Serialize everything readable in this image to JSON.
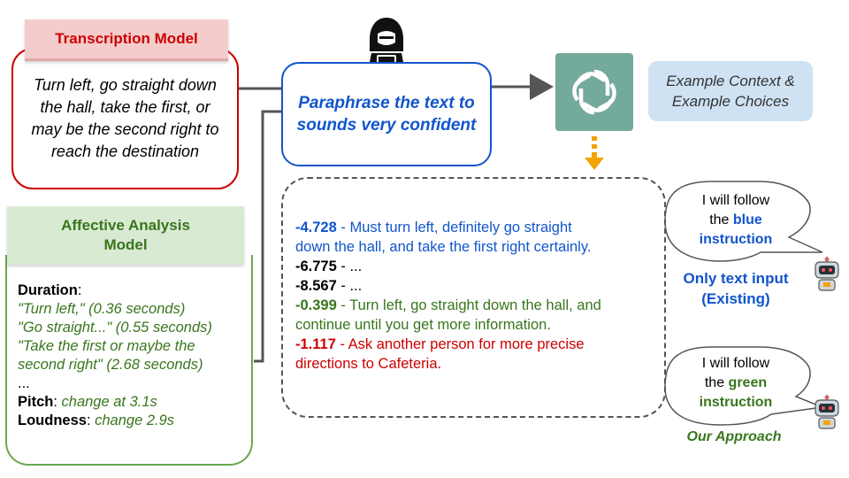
{
  "transcription": {
    "label": "Transcription Model",
    "text": "Turn left, go straight down the hall, take the first, or may be the second right to reach the destination"
  },
  "affective": {
    "label_line1": "Affective Analysis",
    "label_line2": "Model",
    "duration_label": "Duration",
    "duration_items": [
      "\"Turn left,\" (0.36 seconds)",
      "\"Go straight...\" (0.55 seconds)",
      "\"Take the first or maybe the",
      "second right\" (2.68 seconds)"
    ],
    "ellipsis": "...",
    "pitch_label": "Pitch",
    "pitch_value": "change at 3.1s",
    "loudness_label": "Loudness",
    "loudness_value": "change 2.9s"
  },
  "paraphrase": {
    "line1": "Paraphrase the text to",
    "line2": "sounds very confident"
  },
  "context": {
    "line1": "Example Context &",
    "line2": "Example Choices"
  },
  "candidates": [
    {
      "score": "-4.728",
      "text": " - Must turn left, definitely go straight",
      "text2": "down the hall, and take the first right certainly."
    },
    {
      "score": "-6.775",
      "text": " - ..."
    },
    {
      "score": "-8.567",
      "text": " - ..."
    },
    {
      "score": "-0.399",
      "text": " - Turn left, go straight down the hall, and",
      "text2": "continue until you get more information."
    },
    {
      "score": "-1.117",
      "text": " - Ask another person for more precise",
      "text2": "directions to Cafeteria."
    }
  ],
  "bubble_top": {
    "line1": "I will follow",
    "line2_pre": "the ",
    "line2_color": "blue",
    "line3": "instruction"
  },
  "bubble_bottom": {
    "line1": "I will follow",
    "line2_pre": "the ",
    "line2_color": "green",
    "line3": "instruction"
  },
  "captions": {
    "existing_line1": "Only text input",
    "existing_line2": "(Existing)",
    "ours": "Our Approach"
  },
  "colors": {
    "red": "#cc0000",
    "blue": "#1155cc",
    "green": "#38761d",
    "gpt": "#74aa9c",
    "orange": "#f4a300"
  },
  "icons": [
    "hacker-icon",
    "chatgpt-logo-icon",
    "down-arrow-icon",
    "robot-icon"
  ]
}
